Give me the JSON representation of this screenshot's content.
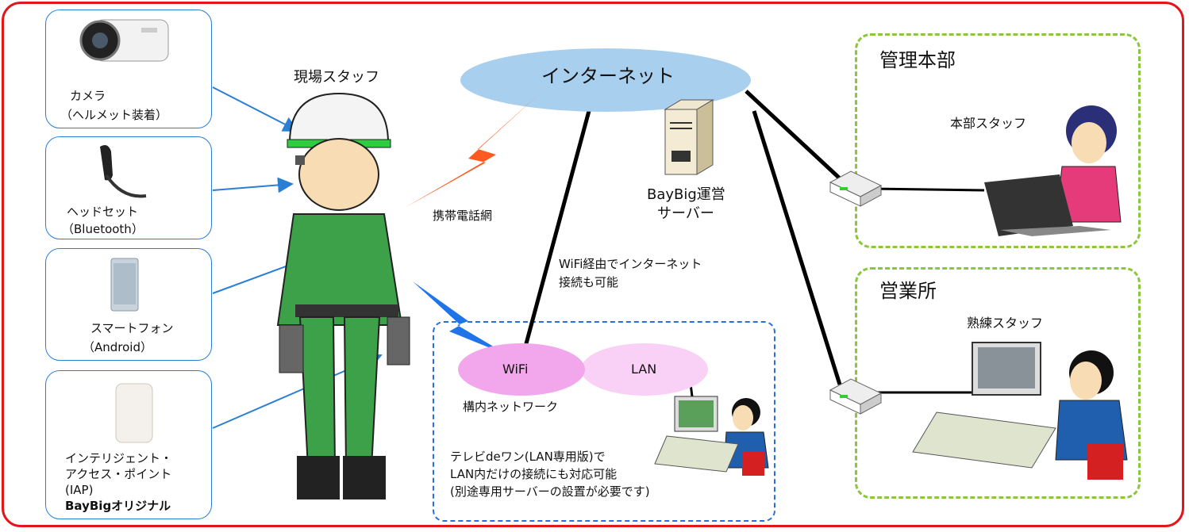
{
  "devices": [
    {
      "line1": "カメラ",
      "line2": "（ヘルメット装着）"
    },
    {
      "line1": "ヘッドセット",
      "line2": "（Bluetooth）"
    },
    {
      "line1": "スマートフォン",
      "line2": "（Android）"
    },
    {
      "line1": "インテリジェント・",
      "line2": "アクセス・ポイント",
      "line3": "(IAP)",
      "line4": "BayBigオリジナル"
    }
  ],
  "field_staff": "現場スタッフ",
  "internet": "インターネット",
  "mobile_network": "携帯電話網",
  "server_line1": "BayBig運営",
  "server_line2": "サーバー",
  "wifi_note_line1": "WiFi経由でインターネット",
  "wifi_note_line2": "接続も可能",
  "hq": {
    "title": "管理本部",
    "staff": "本部スタッフ"
  },
  "office": {
    "title": "営業所",
    "staff": "熟練スタッフ"
  },
  "lan_area": {
    "wifi": "WiFi",
    "lan": "LAN",
    "network": "構内ネットワーク",
    "note_line1": "テレビdeワン(LAN専用版)で",
    "note_line2": "LAN内だけの接続にも対応可能",
    "note_line3": "(別途専用サーバーの設置が必要です)"
  },
  "colors": {
    "frame": "#e3161b",
    "device_border": "#2a7fd4",
    "ellipse": "#a9cfef",
    "wifi": "#f2a6ec",
    "lan": "#f9d0f6",
    "green_dash": "#8cc63f",
    "blue_dash": "#2a6fd9"
  }
}
